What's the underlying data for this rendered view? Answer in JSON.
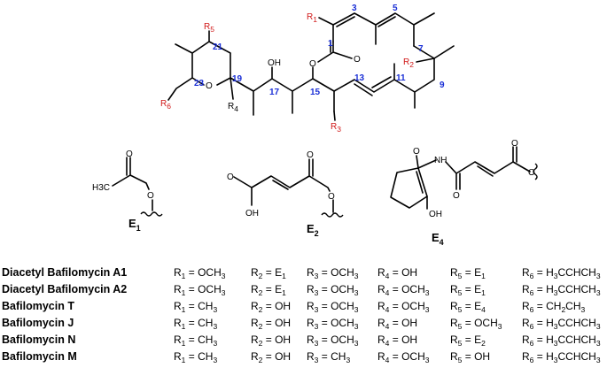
{
  "structure": {
    "atom_labels": {
      "oh_top": "OH",
      "ring_o": "O",
      "lactone_o": "O",
      "carbonyl_o": "O"
    },
    "numbers": [
      "1",
      "3",
      "5",
      "7",
      "9",
      "11",
      "13",
      "15",
      "17",
      "19",
      "21",
      "23"
    ],
    "r_labels": {
      "r1": {
        "base": "R",
        "sub": "1"
      },
      "r2": {
        "base": "R",
        "sub": "2"
      },
      "r3": {
        "base": "R",
        "sub": "3"
      },
      "r4": {
        "base": "R",
        "sub": "4"
      },
      "r5": {
        "base": "R",
        "sub": "5"
      },
      "r6": {
        "base": "R",
        "sub": "6"
      }
    },
    "colors": {
      "numbers": "#1a2fd6",
      "r_groups": "#d01818"
    }
  },
  "substituents": [
    {
      "name": "E",
      "sub": "1",
      "atoms": {
        "o_carbonyl": "O",
        "methyl": "H3C",
        "o_ester": "O"
      }
    },
    {
      "name": "E",
      "sub": "2",
      "atoms": {
        "o_carbonyl_left": "O",
        "oh": "OH",
        "o_carbonyl_right": "O",
        "o_ester": "O"
      }
    },
    {
      "name": "E",
      "sub": "4",
      "atoms": {
        "o_ketone": "O",
        "nh": "NH",
        "oh": "OH",
        "o_amide": "O",
        "o_carbonyl": "O",
        "o_ester": "O"
      }
    }
  ],
  "table": {
    "rows": [
      {
        "name": "Diacetyl Bafilomycin A1",
        "cells": [
          {
            "r": "R",
            "rs": "1",
            "eq": " = ",
            "v": "OCH",
            "vs": "3",
            "tail": ""
          },
          {
            "r": "R",
            "rs": "2",
            "eq": " = ",
            "v": "E",
            "vs": "1",
            "tail": ""
          },
          {
            "r": "R",
            "rs": "3",
            "eq": " = ",
            "v": "OCH",
            "vs": "3",
            "tail": ""
          },
          {
            "r": "R",
            "rs": "4",
            "eq": " = ",
            "v": "OH",
            "vs": "",
            "tail": ""
          },
          {
            "r": "R",
            "rs": "5",
            "eq": " = ",
            "v": "E",
            "vs": "1",
            "tail": ""
          },
          {
            "r": "R",
            "rs": "6",
            "eq": " = ",
            "v": "H",
            "vs": "3",
            "tail": "CCHCH",
            "ts": "3"
          }
        ]
      },
      {
        "name": "Diacetyl Bafilomycin A2",
        "cells": [
          {
            "r": "R",
            "rs": "1",
            "eq": " = ",
            "v": "OCH",
            "vs": "3",
            "tail": ""
          },
          {
            "r": "R",
            "rs": "2",
            "eq": " = ",
            "v": "E",
            "vs": "1",
            "tail": ""
          },
          {
            "r": "R",
            "rs": "3",
            "eq": " = ",
            "v": "OCH",
            "vs": "3",
            "tail": ""
          },
          {
            "r": "R",
            "rs": "4",
            "eq": " = ",
            "v": "OCH",
            "vs": "3",
            "tail": ""
          },
          {
            "r": "R",
            "rs": "5",
            "eq": " = ",
            "v": "E",
            "vs": "1",
            "tail": ""
          },
          {
            "r": "R",
            "rs": "6",
            "eq": " = ",
            "v": "H",
            "vs": "3",
            "tail": "CCHCH",
            "ts": "3"
          }
        ]
      },
      {
        "name": "Bafilomycin T",
        "cells": [
          {
            "r": "R",
            "rs": "1",
            "eq": " = ",
            "v": "CH",
            "vs": "3",
            "tail": ""
          },
          {
            "r": "R",
            "rs": "2",
            "eq": " = ",
            "v": "OH",
            "vs": "",
            "tail": ""
          },
          {
            "r": "R",
            "rs": "3",
            "eq": " = ",
            "v": "OCH",
            "vs": "3",
            "tail": ""
          },
          {
            "r": "R",
            "rs": "4",
            "eq": " = ",
            "v": "OCH",
            "vs": "3",
            "tail": ""
          },
          {
            "r": "R",
            "rs": "5",
            "eq": " = ",
            "v": "E",
            "vs": "4",
            "tail": ""
          },
          {
            "r": "R",
            "rs": "6",
            "eq": " = ",
            "v": "CH",
            "vs": "2",
            "tail": "CH",
            "ts": "3"
          }
        ]
      },
      {
        "name": "Bafilomycin J",
        "cells": [
          {
            "r": "R",
            "rs": "1",
            "eq": " = ",
            "v": "CH",
            "vs": "3",
            "tail": ""
          },
          {
            "r": "R",
            "rs": "2",
            "eq": " = ",
            "v": "OH",
            "vs": "",
            "tail": ""
          },
          {
            "r": "R",
            "rs": "3",
            "eq": " = ",
            "v": "OCH",
            "vs": "3",
            "tail": ""
          },
          {
            "r": "R",
            "rs": "4",
            "eq": " = ",
            "v": "OH",
            "vs": "",
            "tail": ""
          },
          {
            "r": "R",
            "rs": "5",
            "eq": " = ",
            "v": "OCH",
            "vs": "3",
            "tail": ""
          },
          {
            "r": "R",
            "rs": "6",
            "eq": " = ",
            "v": "H",
            "vs": "3",
            "tail": "CCHCH",
            "ts": "3"
          }
        ]
      },
      {
        "name": "Bafilomycin N",
        "cells": [
          {
            "r": "R",
            "rs": "1",
            "eq": " = ",
            "v": "CH",
            "vs": "3",
            "tail": ""
          },
          {
            "r": "R",
            "rs": "2",
            "eq": " = ",
            "v": "OH",
            "vs": "",
            "tail": ""
          },
          {
            "r": "R",
            "rs": "3",
            "eq": " = ",
            "v": "OCH",
            "vs": "3",
            "tail": ""
          },
          {
            "r": "R",
            "rs": "4",
            "eq": " = ",
            "v": "OH",
            "vs": "",
            "tail": ""
          },
          {
            "r": "R",
            "rs": "5",
            "eq": " = ",
            "v": "E",
            "vs": "2",
            "tail": ""
          },
          {
            "r": "R",
            "rs": "6",
            "eq": " = ",
            "v": "H",
            "vs": "3",
            "tail": "CCHCH",
            "ts": "3"
          }
        ]
      },
      {
        "name": "Bafilomycin M",
        "cells": [
          {
            "r": "R",
            "rs": "1",
            "eq": " = ",
            "v": "CH",
            "vs": "3",
            "tail": ""
          },
          {
            "r": "R",
            "rs": "2",
            "eq": " = ",
            "v": "OH",
            "vs": "",
            "tail": ""
          },
          {
            "r": "R",
            "rs": "3",
            "eq": " = ",
            "v": "CH",
            "vs": "3",
            "tail": ""
          },
          {
            "r": "R",
            "rs": "4",
            "eq": " = ",
            "v": "OCH",
            "vs": "3",
            "tail": ""
          },
          {
            "r": "R",
            "rs": "5",
            "eq": " = ",
            "v": "OH",
            "vs": "",
            "tail": ""
          },
          {
            "r": "R",
            "rs": "6",
            "eq": " = ",
            "v": "H",
            "vs": "3",
            "tail": "CCHCH",
            "ts": "3"
          }
        ]
      }
    ]
  }
}
